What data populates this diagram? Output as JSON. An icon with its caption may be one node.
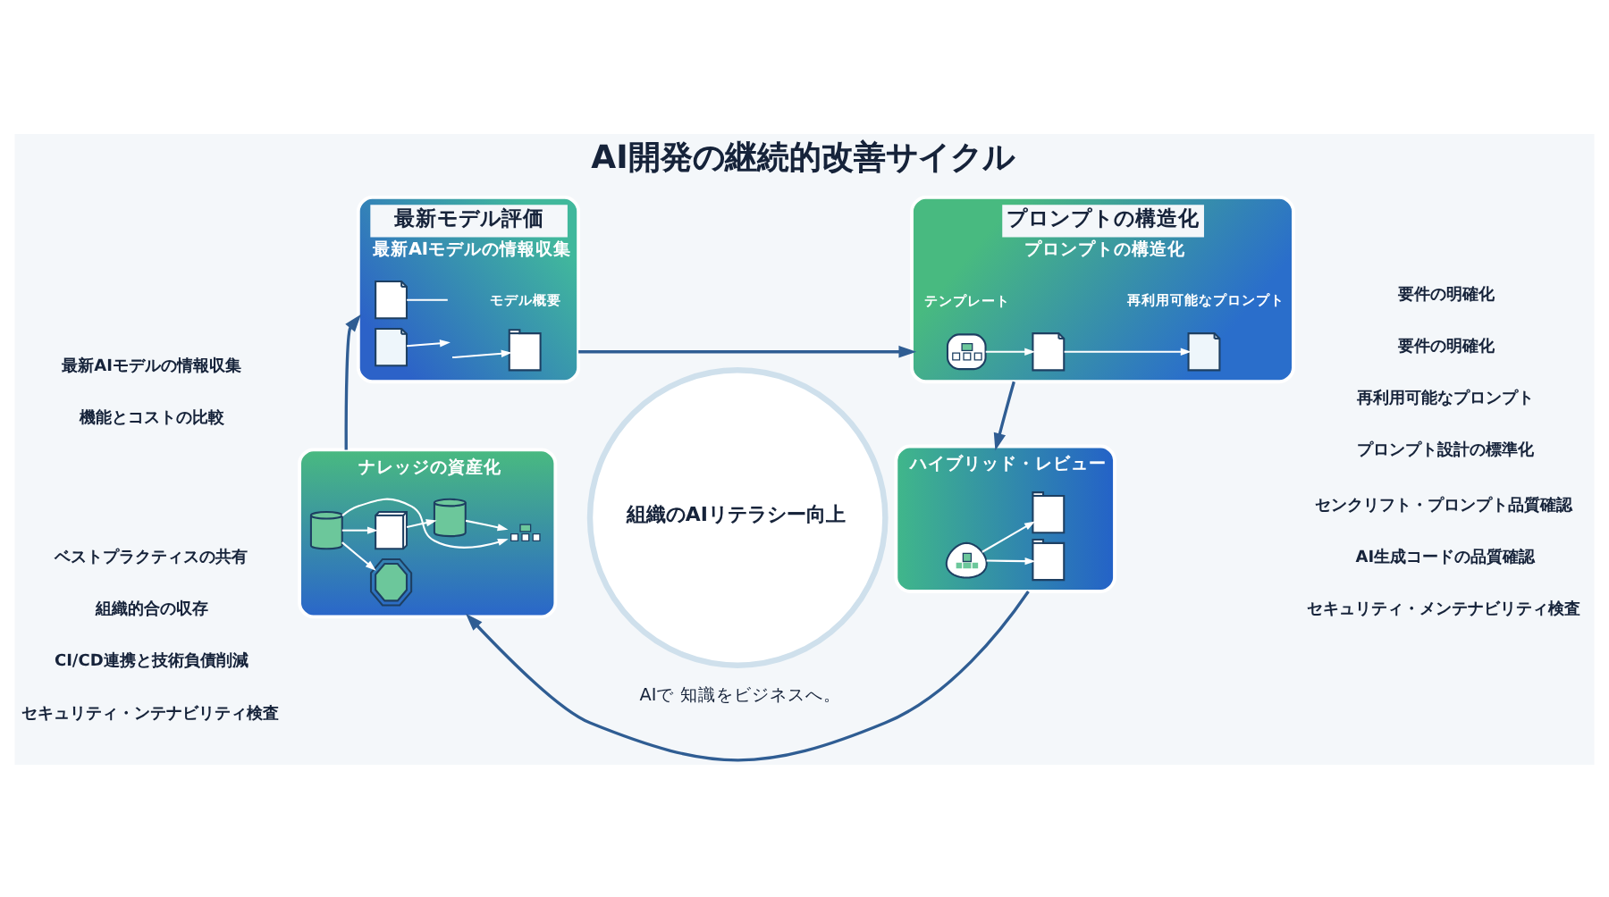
{
  "diagram": {
    "title": "AI開発の継続的改善サイクル",
    "nodes": [
      {
        "text": [
          "最新モデル評価",
          "最新AIモデルの情報収集"
        ],
        "beside": [
          "最新AIモデルの情報収集",
          "機能とコストの比較"
        ]
      },
      {
        "text": [],
        "shape": "picture",
        "in": 0
      },
      {
        "text": [],
        "shape": "picture",
        "in": 0
      },
      {
        "text": [],
        "shape": "picture",
        "in": 0,
        "beside": [
          "モデル概要"
        ]
      },
      {
        "text": [
          "プロンプトの構造化",
          "プロンプトの構造化"
        ],
        "beside": [
          "要件の明確化",
          "要件の明確化",
          "再利用可能なプロンプト",
          "プロンプト設計の標準化"
        ]
      },
      {
        "text": [],
        "shape": "picture",
        "in": 4,
        "beside": [
          "テンプレート"
        ]
      },
      {
        "text": [],
        "shape": "picture",
        "in": 4
      },
      {
        "text": [],
        "shape": "picture",
        "in": 4,
        "beside": [
          "再利用可能なプロンプト"
        ]
      },
      {
        "text": [
          "組織のAIリテラシー向上"
        ]
      },
      {
        "text": [
          "ナレッジの資産化"
        ],
        "beside": [
          "ベストプラクティスの共有",
          "組織的合の収存",
          "CI/CD連携と技術負債削減",
          "セキュリティ・ンテナビリティ検査"
        ]
      },
      {
        "text": [],
        "shape": "picture",
        "in": 9
      },
      {
        "text": [],
        "shape": "cylinder",
        "in": 9
      },
      {
        "text": [],
        "shape": "picture",
        "in": 9
      },
      {
        "text": [],
        "shape": "cylinder",
        "in": 9
      },
      {
        "text": [],
        "shape": "picture",
        "in": 9
      },
      {
        "text": [
          "ハイブリッド・レビュー"
        ],
        "beside": [
          "センクリフト・プロンプト品質確認",
          "AI生成コードの品質確認",
          "セキュリティ・メンテナビリティ検査"
        ]
      },
      {
        "text": [],
        "shape": "picture",
        "in": 15
      },
      {
        "text": [],
        "shape": "picture",
        "in": 15
      },
      {
        "text": [],
        "shape": "picture",
        "in": 15
      }
    ],
    "edges": [
      {
        "from": 0,
        "to": 4,
        "arrow": "to",
        "color": "#2f5d93"
      },
      {
        "from": 4,
        "to": 15,
        "arrow": "to",
        "color": "#2f5d93"
      },
      {
        "from": 15,
        "to": 9,
        "arrow": "to",
        "color": "#2f5d93"
      },
      {
        "from": 9,
        "to": 0,
        "arrow": "to",
        "color": "#2f5d93"
      },
      {
        "from": 1,
        "to": null,
        "arrow": "none"
      },
      {
        "from": 2,
        "to": null,
        "arrow": "to"
      },
      {
        "from": null,
        "to": 3,
        "arrow": "to"
      },
      {
        "from": 5,
        "to": 6,
        "arrow": "to"
      },
      {
        "from": 6,
        "to": 7,
        "arrow": "to"
      },
      {
        "from": 10,
        "to": 13,
        "arrow": "to"
      },
      {
        "from": 13,
        "to": 12,
        "arrow": "to"
      },
      {
        "from": 11,
        "to": 12,
        "arrow": "to"
      },
      {
        "from": 11,
        "to": 14,
        "arrow": "to"
      },
      {
        "from": 11,
        "to": 10,
        "arrow": "to"
      },
      {
        "from": 16,
        "to": 17,
        "arrow": "to"
      },
      {
        "from": 16,
        "to": 18,
        "arrow": "to"
      }
    ],
    "labels": [
      "AIで 知識をビジネスへ。"
    ]
  }
}
